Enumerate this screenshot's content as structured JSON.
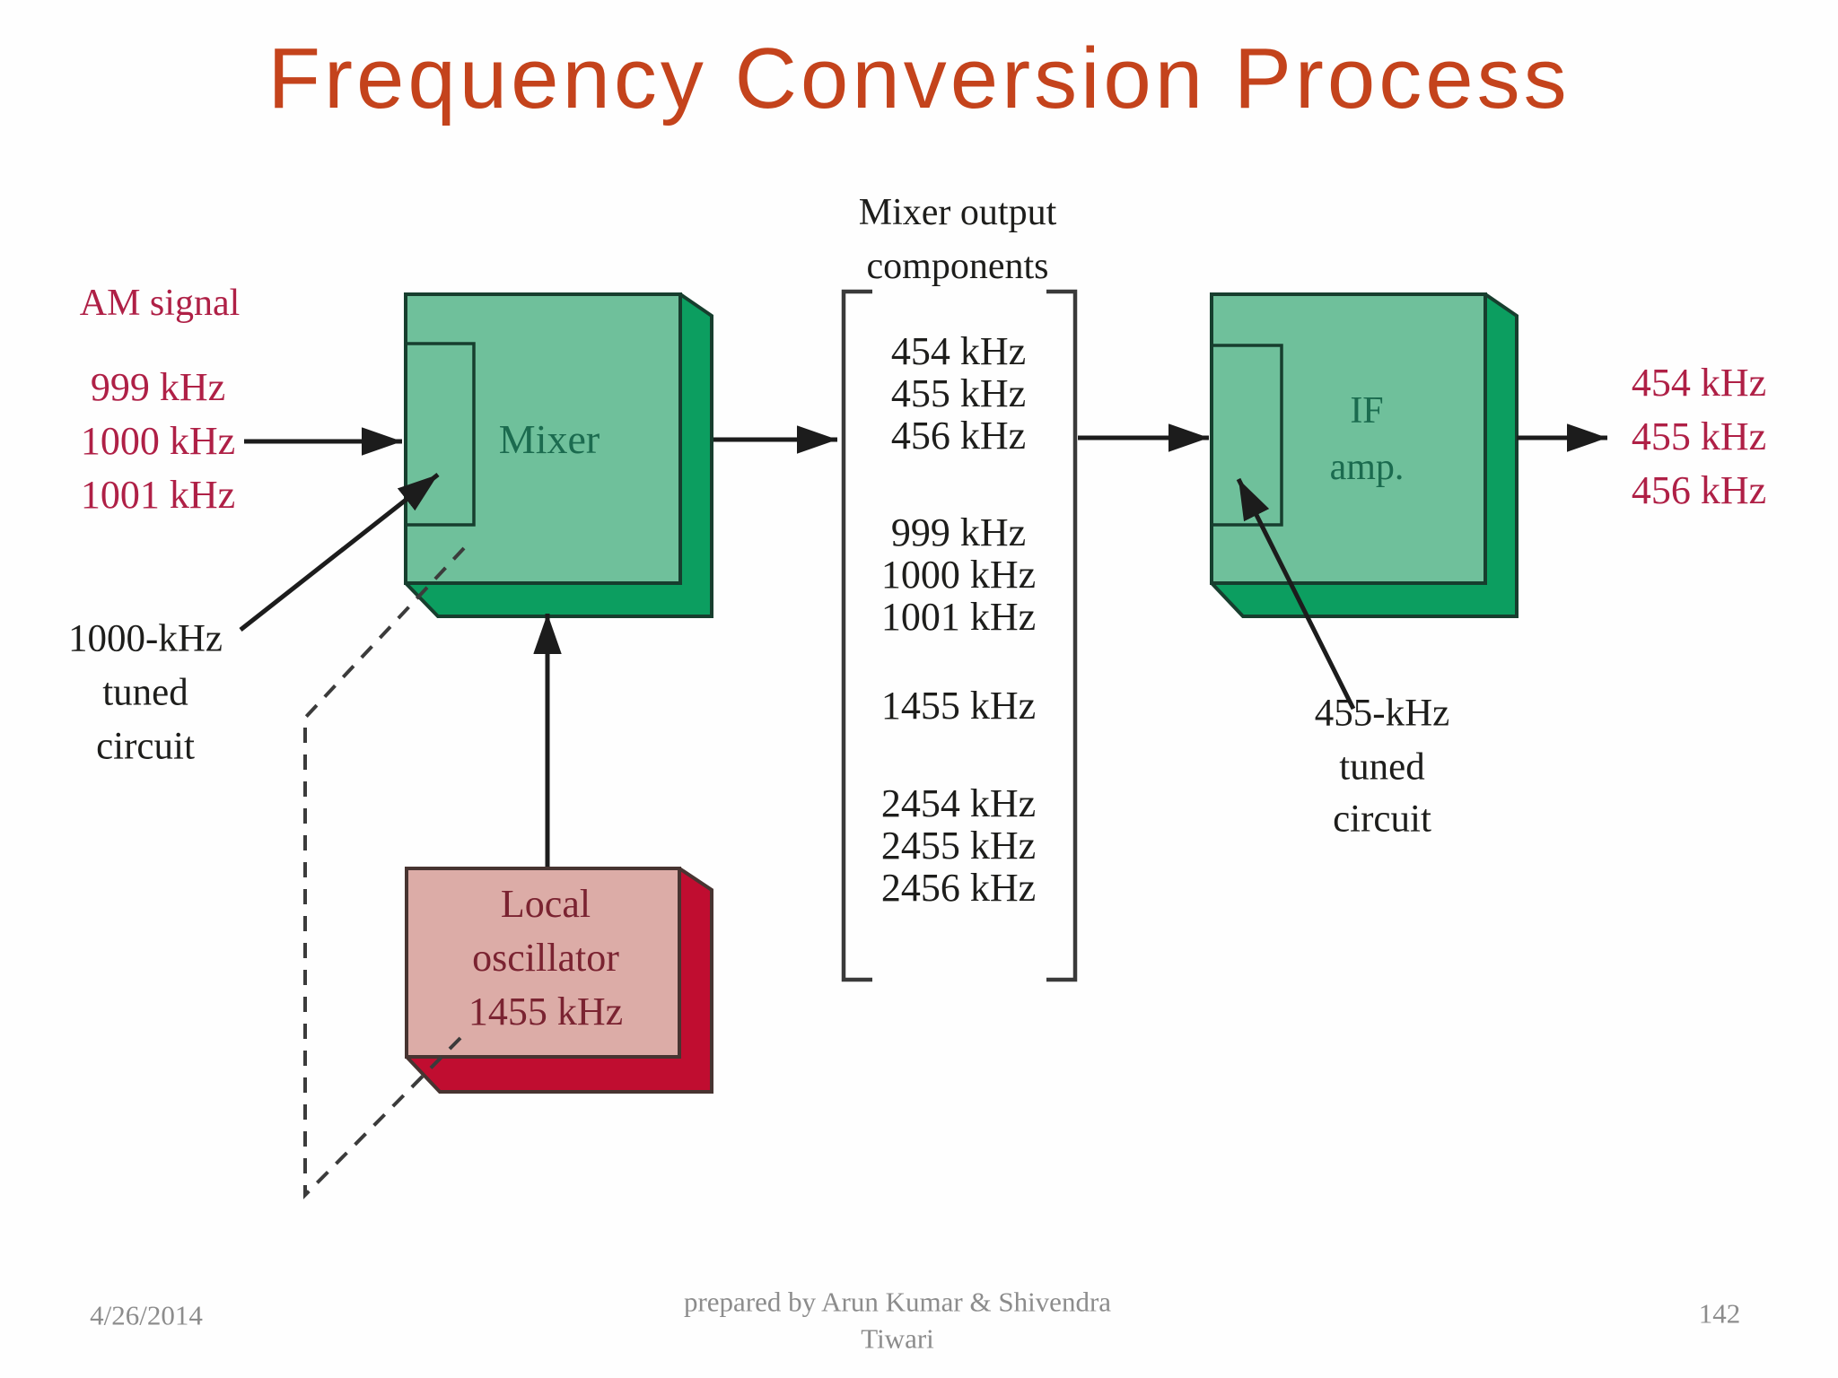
{
  "title": "Frequency Conversion Process",
  "colors": {
    "title": "#C4431C",
    "crimson": "#AF2046",
    "ink": "#1D1D1B",
    "gray": "#8C8C8C",
    "green_face": "#6FC09B",
    "green_side": "#0C9E60",
    "green_border": "#173E2E",
    "green_text": "#1B6B4F",
    "pink_face": "#DCACA7",
    "red_side": "#C00D30",
    "red_border": "#473431",
    "maroon": "#7A2331",
    "line": "#1C1C1C",
    "dash": "#3B3B3B",
    "bracket": "#3A3A3A"
  },
  "input": {
    "label": "AM signal",
    "freqs": [
      "999 kHz",
      "1000 kHz",
      "1001 kHz"
    ]
  },
  "mixer": {
    "label": "Mixer",
    "tuned_label": [
      "1000-kHz",
      "tuned",
      "circuit"
    ]
  },
  "oscillator": {
    "lines": [
      "Local",
      "oscillator",
      "1455 kHz"
    ]
  },
  "mixer_output": {
    "label": [
      "Mixer output",
      "components"
    ],
    "groups": [
      [
        "454 kHz",
        "455 kHz",
        "456 kHz"
      ],
      [
        "999 kHz",
        "1000 kHz",
        "1001 kHz"
      ],
      [
        "1455 kHz"
      ],
      [
        "2454 kHz",
        "2455 kHz",
        "2456 kHz"
      ]
    ]
  },
  "if_amp": {
    "lines": [
      "IF",
      "amp."
    ],
    "tuned_label": [
      "455-kHz",
      "tuned",
      "circuit"
    ]
  },
  "output": {
    "freqs": [
      "454 kHz",
      "455 kHz",
      "456 kHz"
    ]
  },
  "footer": {
    "date": "4/26/2014",
    "credit": [
      "prepared by Arun Kumar & Shivendra",
      "Tiwari"
    ],
    "page": "142"
  }
}
